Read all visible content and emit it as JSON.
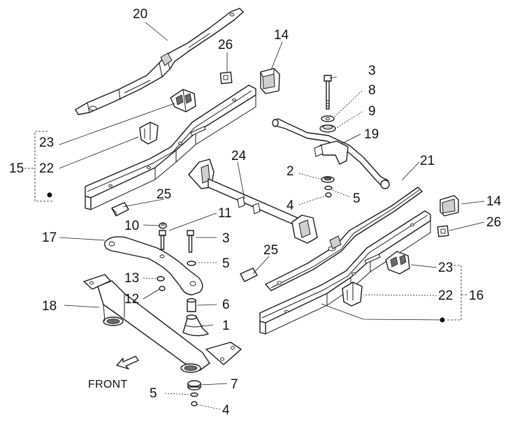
{
  "callouts": {
    "c20": "20",
    "c26a": "26",
    "c14a": "14",
    "c3a": "3",
    "c8": "8",
    "c9": "9",
    "c19": "19",
    "c23a": "23",
    "c22a": "22",
    "c15": "15",
    "c24": "24",
    "c2": "2",
    "c21": "21",
    "c5a": "5",
    "c4a": "4",
    "c25a": "25",
    "c14b": "14",
    "c10": "10",
    "c11": "11",
    "c26b": "26",
    "c17": "17",
    "c3b": "3",
    "c5b": "5",
    "c13": "13",
    "c25b": "25",
    "c23b": "23",
    "c12": "12",
    "c6": "6",
    "c22b": "22",
    "c16": "16",
    "c18": "18",
    "c1": "1",
    "c7": "7",
    "c5c": "5",
    "c4b": "4"
  },
  "front_label": "FRONT"
}
